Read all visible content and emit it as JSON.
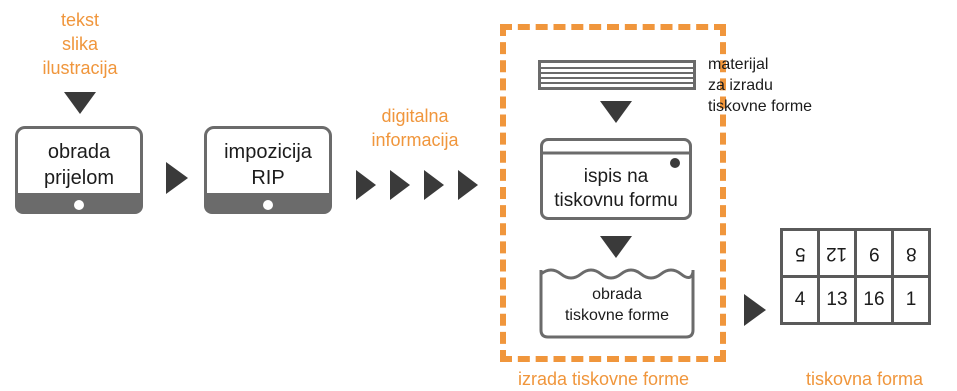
{
  "input_label": {
    "line1": "tekst",
    "line2": "slika",
    "line3": "ilustracija"
  },
  "monitor1": {
    "line1": "obrada",
    "line2": "prijelom"
  },
  "monitor2": {
    "line1": "impozicija",
    "line2": "RIP"
  },
  "digital_label": {
    "line1": "digitalna",
    "line2": "informacija"
  },
  "material_label": {
    "line1": "materijal",
    "line2": "za izradu",
    "line3": "tiskovne forme"
  },
  "print_box": {
    "line1": "ispis na",
    "line2": "tiskovnu formu"
  },
  "process_box": {
    "line1": "obrada",
    "line2": "tiskovne forme"
  },
  "group_caption": "izrada tiskovne forme",
  "output_caption": "tiskovna forma",
  "imposition": {
    "top_row": [
      "5",
      "12",
      "9",
      "8"
    ],
    "bottom_row": [
      "4",
      "13",
      "16",
      "1"
    ]
  },
  "colors": {
    "accent": "#f0963c",
    "stroke": "#6b6b6b",
    "arrow": "#3a3a3a"
  }
}
